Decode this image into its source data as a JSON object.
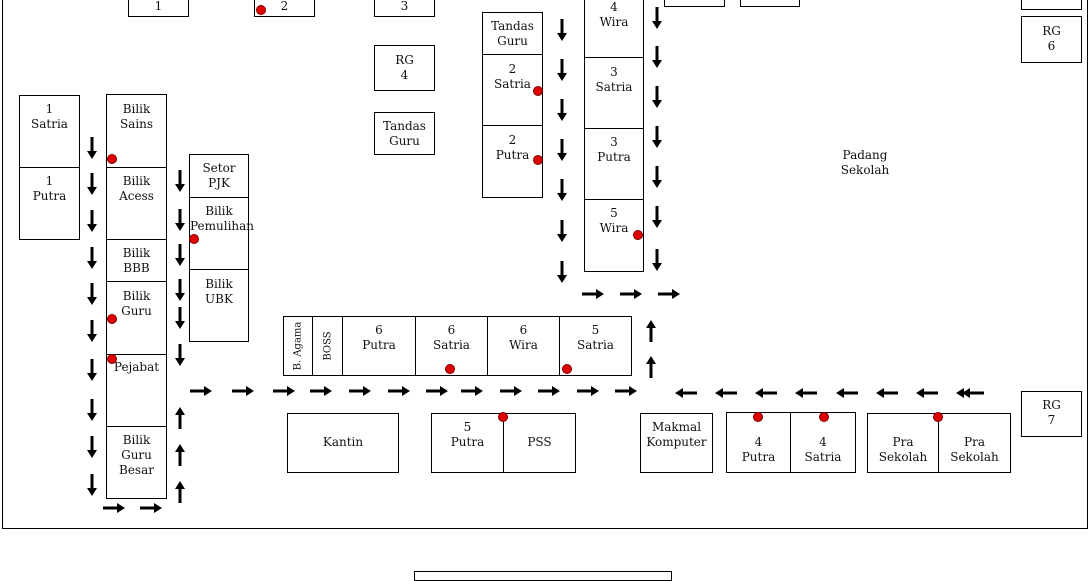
{
  "rooms": {
    "top_1": "1",
    "top_2": "2",
    "top_3": "3",
    "rg4": "RG\n4",
    "tandas_guru_mid": "Tandas\nGuru",
    "tandas_guru_top": "Tandas\nGuru",
    "satria_2": "2\nSatria",
    "putra_2": "2\nPutra",
    "wira_4": "4\nWira",
    "satria_3": "3\nSatria",
    "putra_3": "3\nPutra",
    "wira_5": "5\nWira",
    "rg6": "RG\n6",
    "satria_1": "1\nSatria",
    "putra_1": "1\nPutra",
    "bilik_sains": "Bilik\nSains",
    "bilik_acess": "Bilik\nAcess",
    "bilik_bbb": "Bilik\nBBB",
    "bilik_guru": "Bilik\nGuru",
    "pejabat": "Pejabat",
    "bilik_guru_besar": "Bilik\nGuru\nBesar",
    "setor_pjk": "Setor\nPJK",
    "bilik_pemulihan": "Bilik\nPemulihan",
    "bilik_ubk": "Bilik\nUBK",
    "b_agama": "B. Agama",
    "boss": "BOSS",
    "putra_6": "6\nPutra",
    "satria_6": "6\nSatria",
    "wira_6": "6\nWira",
    "satria_5": "5\nSatria",
    "kantin": "Kantin",
    "putra_5": "5\nPutra",
    "pss": "PSS",
    "makmal_komputer": "Makmal\nKomputer",
    "putra_4": "4\nPutra",
    "satria_4": "4\nSatria",
    "pra_sekolah_a": "Pra\nSekolah",
    "pra_sekolah_b": "Pra\nSekolah",
    "rg7": "RG\n7"
  },
  "padang_sekolah": "Padang\nSekolah",
  "colors": {
    "line": "#000000",
    "assembly_dot": "#e00000",
    "arrow": "#000000"
  }
}
